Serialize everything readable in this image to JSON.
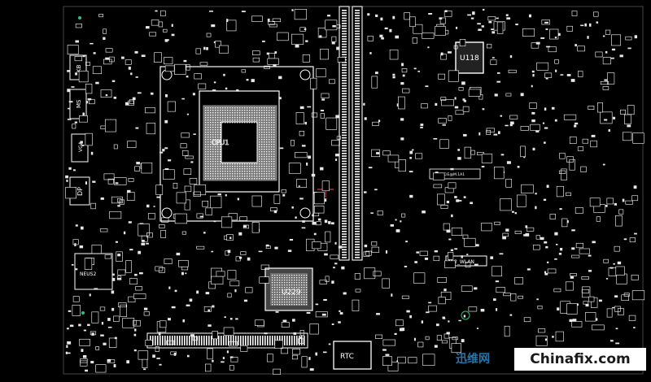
{
  "board": {
    "colors": {
      "background": "#000000",
      "silk": "#ffffff",
      "cursor": "#ff4a6a",
      "accent": "#2ec27e"
    },
    "labels": {
      "u118": "U118",
      "u229": "U229",
      "rtc": "RTC",
      "m2_wlan": "M.2_WLAN",
      "m2_pcie": "M.2_PCIE@M.1A1",
      "dp": "DP",
      "vga": "VGA",
      "ms": "MS",
      "kb": "KB",
      "usb": "NEUS2",
      "cpu": "CPU1"
    }
  },
  "watermark": {
    "site": "Chinafix.com",
    "mark": "迅维网"
  }
}
